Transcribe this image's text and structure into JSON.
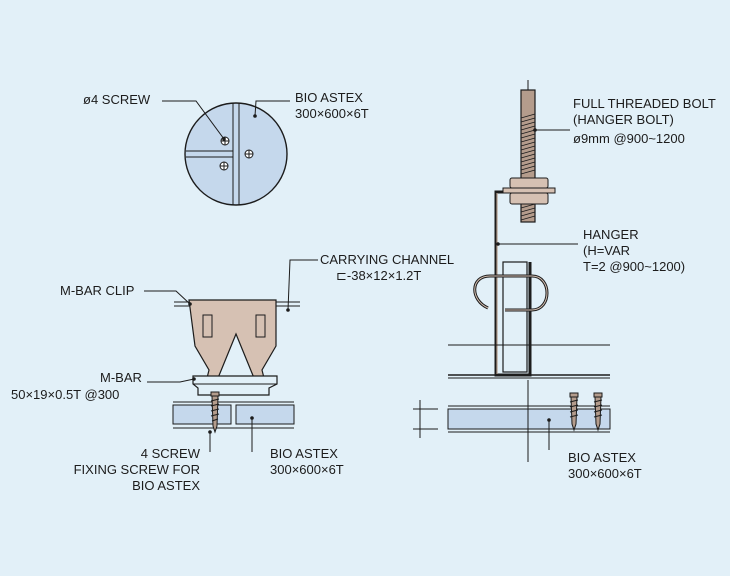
{
  "colors": {
    "background": "#e2f0f8",
    "panel_fill": "#c5d8ec",
    "clip_fill": "#d6c1b3",
    "bolt_fill": "#b49c8c",
    "line": "#1c1c1c"
  },
  "detail_circle": {
    "screw_label": "ø4 SCREW",
    "panel_label_1": "BIO ASTEX",
    "panel_label_2": "300×600×6T"
  },
  "left_section": {
    "carrying_channel_1": "CARRYING CHANNEL",
    "carrying_channel_2": "⊏-38×12×1.2T",
    "mbar_clip": "M-BAR CLIP",
    "mbar_1": "M-BAR",
    "mbar_2": "50×19×0.5T @300",
    "screw_1": "4 SCREW",
    "screw_2": "FIXING SCREW FOR",
    "screw_3": "BIO ASTEX",
    "panel_1": "BIO ASTEX",
    "panel_2": "300×600×6T"
  },
  "right_section": {
    "bolt_1": "FULL THREADED BOLT",
    "bolt_2": "(HANGER BOLT)",
    "bolt_3": "ø9mm @900~1200",
    "hanger_1": "HANGER",
    "hanger_2": "(H=VAR",
    "hanger_3": "T=2 @900~1200)",
    "panel_1": "BIO ASTEX",
    "panel_2": "300×600×6T"
  }
}
